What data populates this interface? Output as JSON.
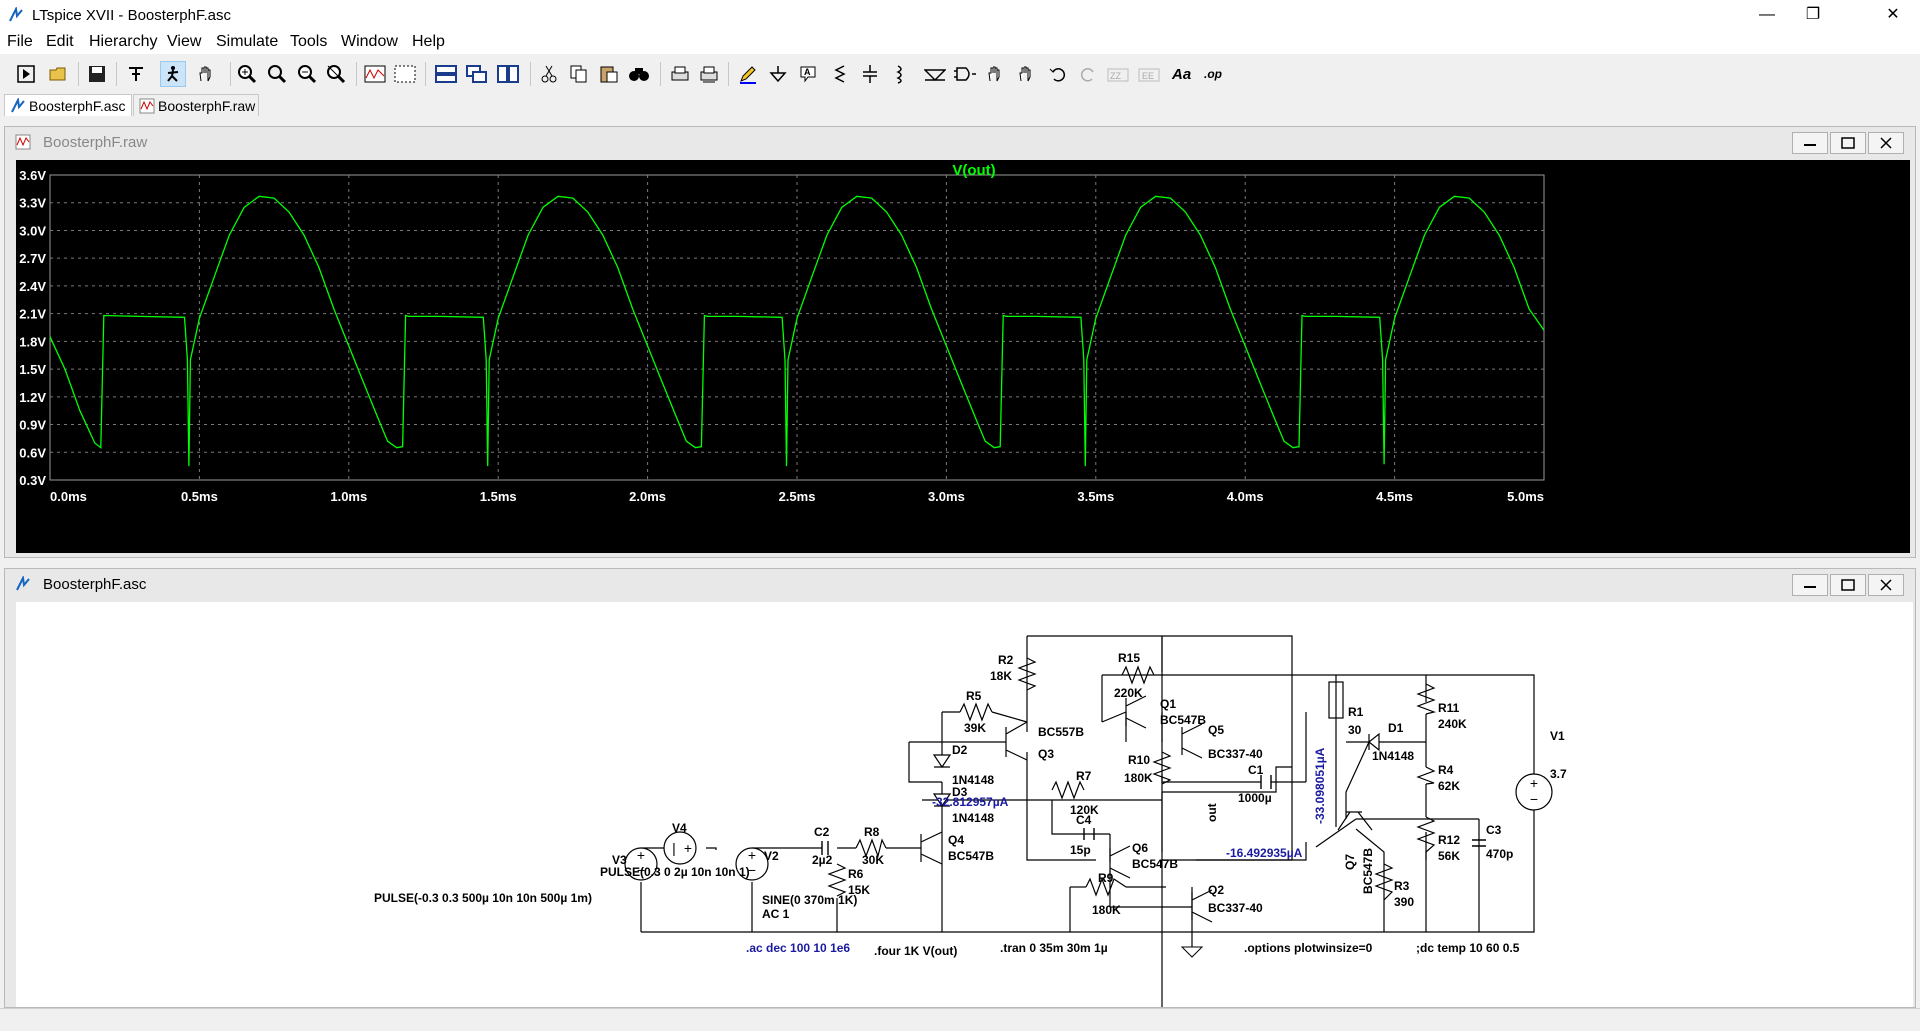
{
  "window": {
    "title": "LTspice XVII - BoosterphF.asc",
    "minimize_glyph": "—",
    "maximize_glyph": "❐",
    "close_glyph": "✕"
  },
  "menu": {
    "items": [
      "File",
      "Edit",
      "Hierarchy",
      "View",
      "Simulate",
      "Tools",
      "Window",
      "Help"
    ]
  },
  "toolbar": {
    "icons": [
      "run-icon",
      "open-icon",
      "save-icon",
      "control-panel-icon",
      "halt-icon",
      "pan-icon",
      "zoom-in-icon",
      "zoom-fit-icon",
      "zoom-out-icon",
      "zoom-cancel-icon",
      "autorange-icon",
      "grid-icon",
      "tile-horizontal-icon",
      "cascade-icon",
      "tile-vertical-icon",
      "cut-icon",
      "copy-icon",
      "paste-icon",
      "find-icon",
      "print-icon",
      "print-preview-icon",
      "pencil-wire-icon",
      "ground-icon",
      "label-net-icon",
      "resistor-icon",
      "capacitor-icon",
      "inductor-icon",
      "diode-icon",
      "component-icon",
      "move-icon",
      "drag-icon",
      "undo-icon",
      "redo-icon",
      "rotate-icon",
      "mirror-icon",
      "text-icon",
      "spice-directive-icon"
    ]
  },
  "tabs": [
    {
      "label": "BoosterphF.asc",
      "icon": "schematic-icon",
      "selected": true
    },
    {
      "label": "BoosterphF.raw",
      "icon": "waveform-icon",
      "selected": false
    }
  ],
  "plot_window": {
    "title": "BoosterphF.raw",
    "trace_label": "V(out)"
  },
  "schematic_window": {
    "title": "BoosterphF.asc"
  },
  "chart_data": {
    "type": "line",
    "title": "V(out)",
    "xlabel": "",
    "ylabel": "",
    "x_ticks": [
      "0.0ms",
      "0.5ms",
      "1.0ms",
      "1.5ms",
      "2.0ms",
      "2.5ms",
      "3.0ms",
      "3.5ms",
      "4.0ms",
      "4.5ms",
      "5.0ms"
    ],
    "y_ticks": [
      "3.6V",
      "3.3V",
      "3.0V",
      "2.7V",
      "2.4V",
      "2.1V",
      "1.8V",
      "1.5V",
      "1.2V",
      "0.9V",
      "0.6V",
      "0.3V"
    ],
    "xlim": [
      0,
      5.0
    ],
    "ylim": [
      0.3,
      3.6
    ],
    "grid": true,
    "trace_color": "#00ff00",
    "series": [
      {
        "name": "V(out)",
        "x": [
          0.0,
          0.05,
          0.1,
          0.15,
          0.17,
          0.18,
          0.3,
          0.45,
          0.46,
          0.465,
          0.47,
          0.5,
          0.55,
          0.6,
          0.65,
          0.7,
          0.75,
          0.8,
          0.85,
          0.9,
          0.95,
          1.0,
          1.05,
          1.1,
          1.13,
          1.16,
          1.18,
          1.19,
          1.2,
          1.3,
          1.45,
          1.46,
          1.465,
          1.47,
          1.5,
          1.55,
          1.6,
          1.65,
          1.7,
          1.75,
          1.8,
          1.85,
          1.9,
          1.95,
          2.0,
          2.05,
          2.1,
          2.13,
          2.16,
          2.18,
          2.19,
          2.2,
          2.3,
          2.45,
          2.46,
          2.465,
          2.47,
          2.5,
          2.55,
          2.6,
          2.65,
          2.7,
          2.75,
          2.8,
          2.85,
          2.9,
          2.95,
          3.0,
          3.05,
          3.1,
          3.13,
          3.16,
          3.18,
          3.19,
          3.2,
          3.3,
          3.45,
          3.46,
          3.465,
          3.47,
          3.5,
          3.55,
          3.6,
          3.65,
          3.7,
          3.75,
          3.8,
          3.85,
          3.9,
          3.95,
          4.0,
          4.05,
          4.1,
          4.13,
          4.16,
          4.18,
          4.19,
          4.2,
          4.3,
          4.45,
          4.46,
          4.465,
          4.47,
          4.5,
          4.55,
          4.6,
          4.65,
          4.7,
          4.75,
          4.8,
          4.85,
          4.9,
          4.95,
          5.0
        ],
        "values": [
          1.85,
          1.5,
          1.05,
          0.7,
          0.65,
          2.08,
          2.07,
          2.06,
          1.6,
          0.45,
          1.6,
          2.05,
          2.5,
          2.95,
          3.25,
          3.37,
          3.35,
          3.2,
          2.95,
          2.6,
          2.15,
          1.75,
          1.35,
          0.95,
          0.72,
          0.65,
          0.66,
          2.08,
          2.07,
          2.07,
          2.06,
          1.6,
          0.45,
          1.6,
          2.05,
          2.5,
          2.95,
          3.25,
          3.37,
          3.35,
          3.2,
          2.95,
          2.6,
          2.15,
          1.75,
          1.35,
          0.95,
          0.72,
          0.65,
          0.66,
          2.08,
          2.07,
          2.07,
          2.06,
          1.6,
          0.45,
          1.6,
          2.05,
          2.5,
          2.95,
          3.25,
          3.37,
          3.35,
          3.2,
          2.95,
          2.6,
          2.15,
          1.75,
          1.35,
          0.95,
          0.72,
          0.65,
          0.66,
          2.08,
          2.07,
          2.07,
          2.06,
          1.6,
          0.45,
          1.6,
          2.05,
          2.5,
          2.95,
          3.25,
          3.37,
          3.35,
          3.2,
          2.95,
          2.6,
          2.15,
          1.75,
          1.35,
          0.95,
          0.72,
          0.65,
          0.66,
          2.08,
          2.07,
          2.07,
          2.06,
          1.6,
          0.47,
          1.6,
          2.05,
          2.5,
          2.95,
          3.25,
          3.37,
          3.35,
          3.2,
          2.95,
          2.6,
          2.15,
          1.92
        ]
      }
    ]
  },
  "schematic": {
    "components": {
      "R2": {
        "name": "R2",
        "value": "18K"
      },
      "R15": {
        "name": "R15",
        "value": "220K"
      },
      "R5": {
        "name": "R5",
        "value": "39K"
      },
      "Q1": {
        "name": "Q1",
        "model": "BC547B"
      },
      "Q5": {
        "name": "Q5",
        "model": "BC337-40"
      },
      "Q3": {
        "name": "Q3",
        "model": "BC557B"
      },
      "R1": {
        "name": "R1",
        "value": "30"
      },
      "R11": {
        "name": "R11",
        "value": "240K"
      },
      "D1": {
        "name": "D1",
        "model": "1N4148"
      },
      "V1": {
        "name": "V1",
        "value": "3.7"
      },
      "D2": {
        "name": "D2",
        "model": "1N4148"
      },
      "D3": {
        "name": "D3",
        "model": "1N4148"
      },
      "R10": {
        "name": "R10",
        "value": "180K"
      },
      "C1": {
        "name": "C1",
        "value": "1000µ"
      },
      "R4": {
        "name": "R4",
        "value": "62K"
      },
      "R7": {
        "name": "R7",
        "value": "120K"
      },
      "C4": {
        "name": "C4",
        "value": "15p"
      },
      "Q4": {
        "name": "Q4",
        "model": "BC547B"
      },
      "Q6": {
        "name": "Q6",
        "model": "BC547B"
      },
      "Q7": {
        "name": "Q7",
        "model": "BC547B"
      },
      "R12": {
        "name": "R12",
        "value": "56K"
      },
      "C3": {
        "name": "C3",
        "value": "470p"
      },
      "V4": {
        "name": "V4",
        "value": "PULSE(0.3 0 2µ 10n 10n 1)"
      },
      "V3": {
        "name": "V3",
        "value": "PULSE(-0.3 0.3 500µ 10n 10n 500µ 1m)"
      },
      "V2": {
        "name": "V2",
        "value": "SINE(0 370m 1K)",
        "ac": "AC 1"
      },
      "C2": {
        "name": "C2",
        "value": "2µ2"
      },
      "R8": {
        "name": "R8",
        "value": "30K"
      },
      "R6": {
        "name": "R6",
        "value": "15K"
      },
      "R9": {
        "name": "R9",
        "value": "180K"
      },
      "Q2": {
        "name": "Q2",
        "model": "BC337-40"
      },
      "R3": {
        "name": "R3",
        "value": "390"
      }
    },
    "net_label_out": "out",
    "current_labels": {
      "d3": "-32.812957µA",
      "r1": "-33.098051µA",
      "q6": "-16.492935µA"
    },
    "directives": {
      "ac": ".ac dec 100 10 1e6",
      "four": ".four 1K V(out)",
      "tran": ".tran 0 35m 30m 1µ",
      "options": ".options plotwinsize=0",
      "dc": ";dc temp 10 60 0.5"
    }
  }
}
